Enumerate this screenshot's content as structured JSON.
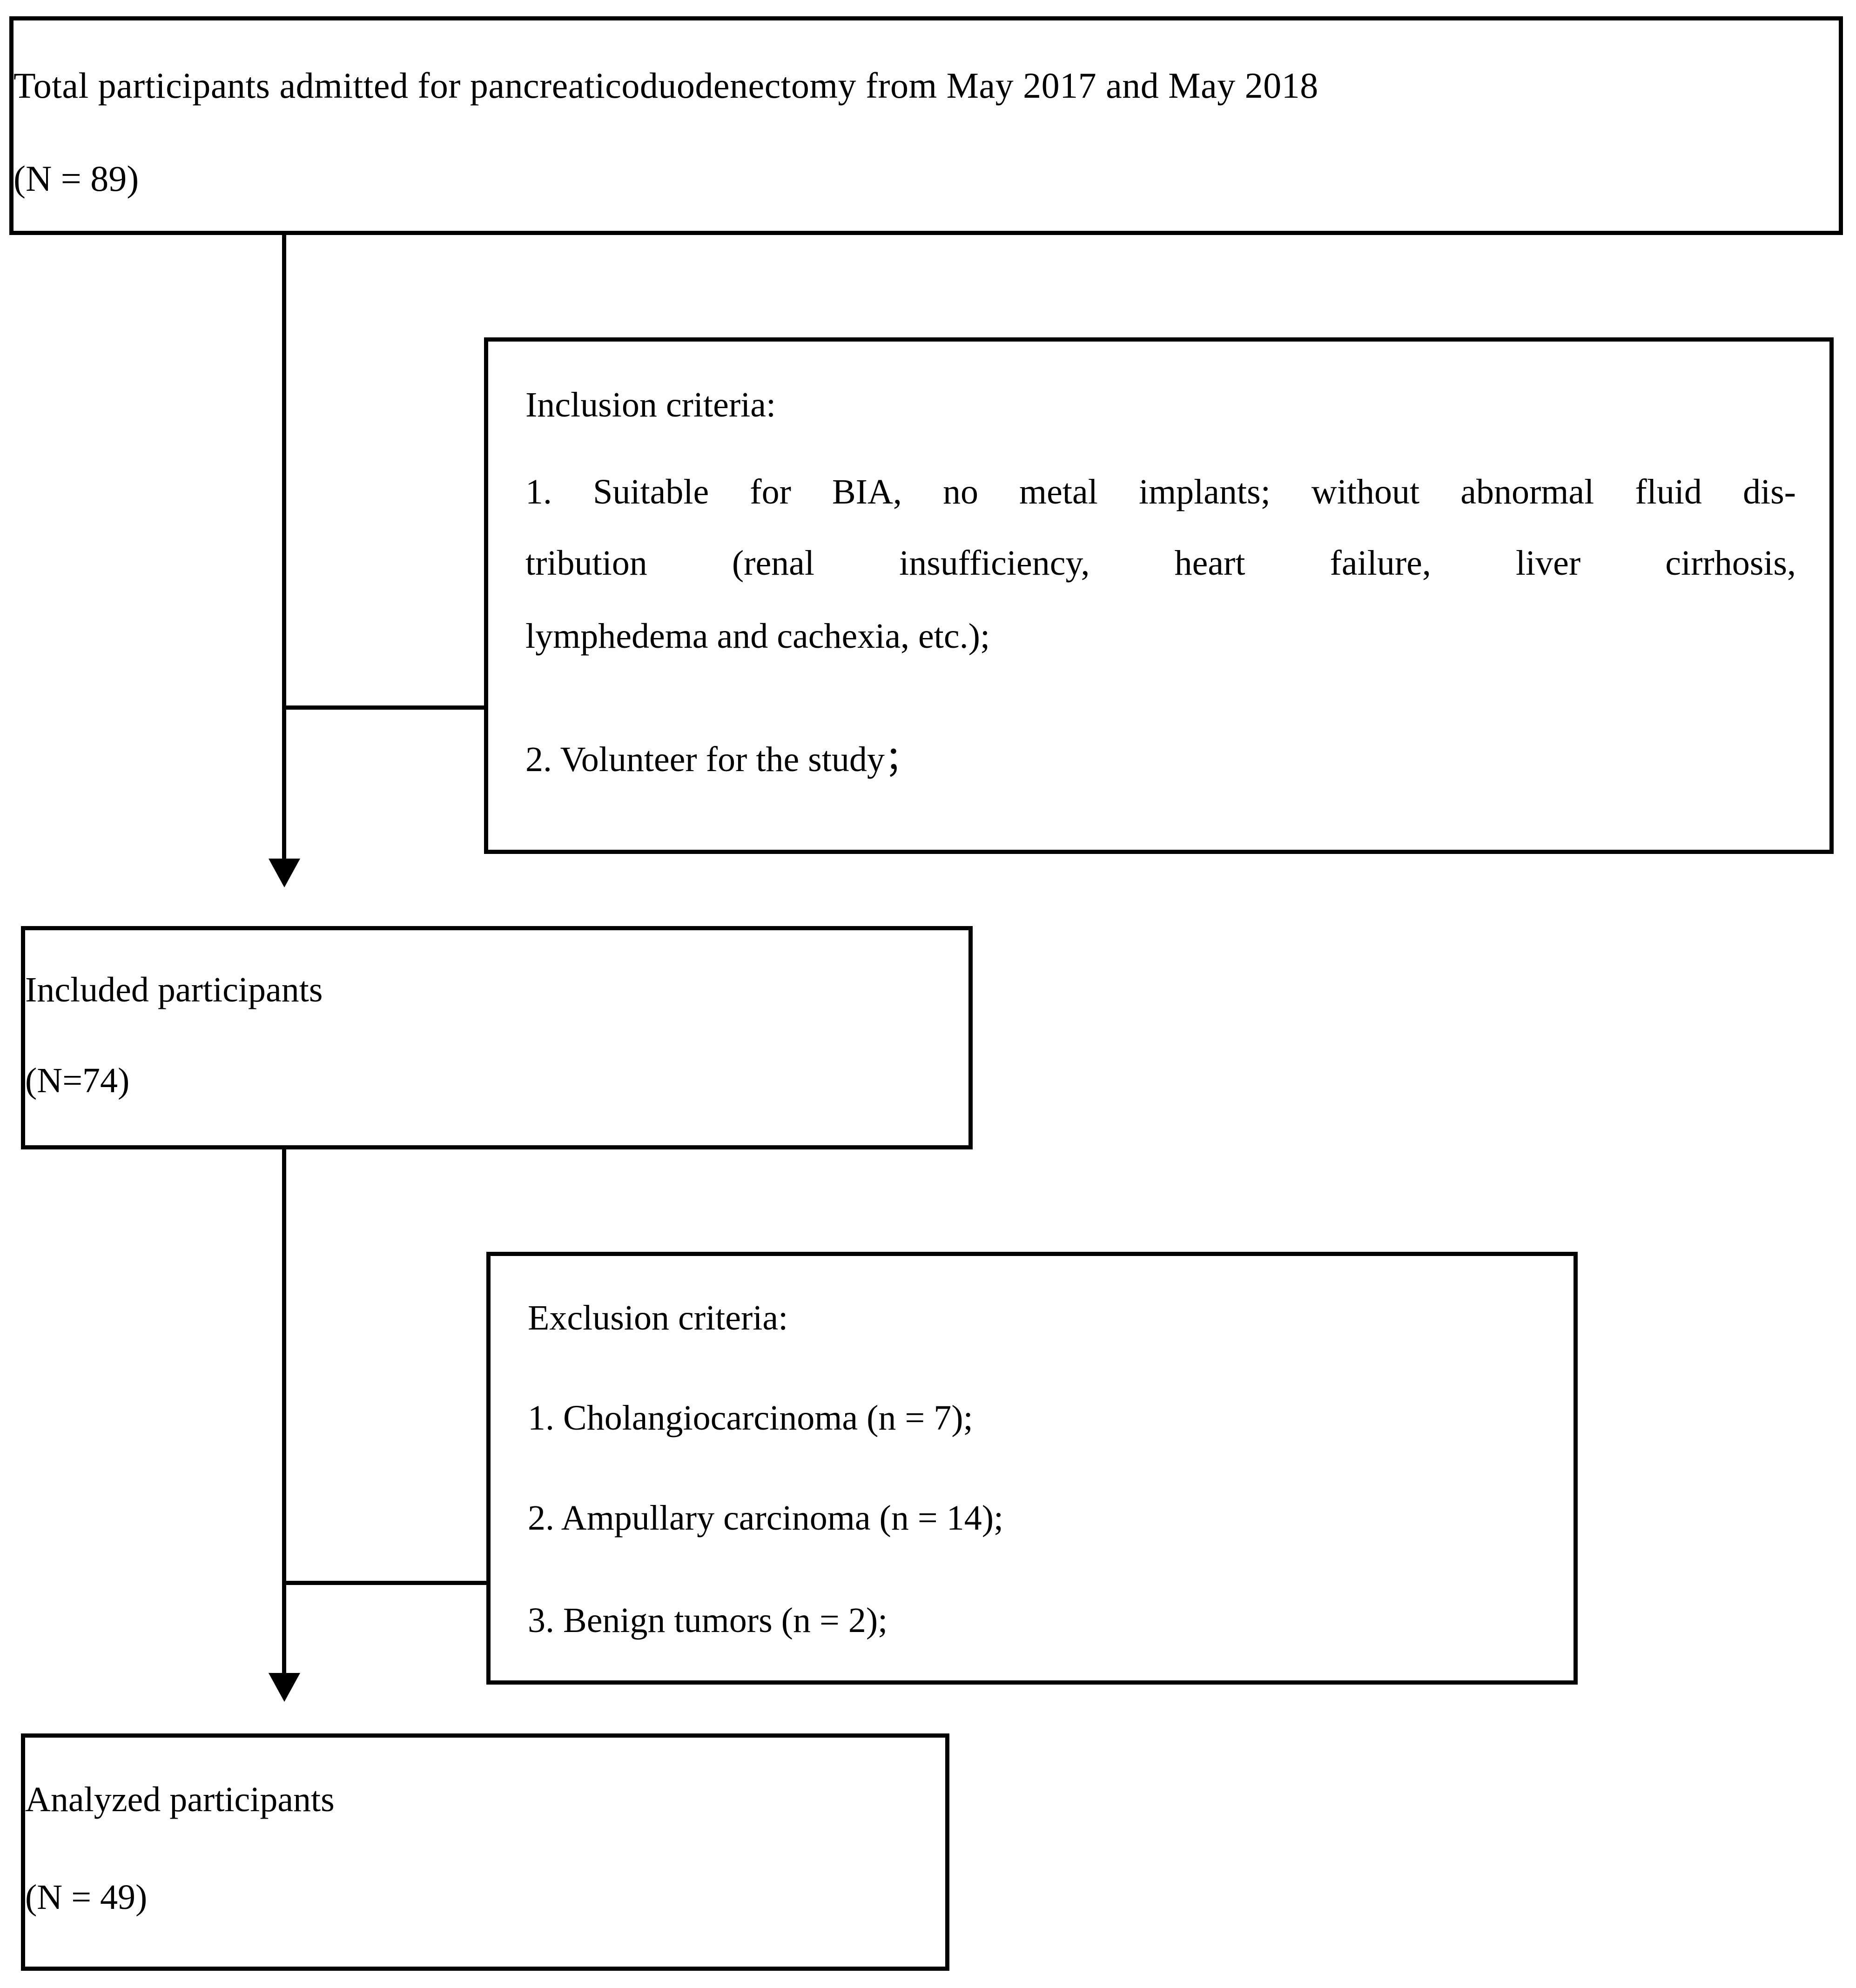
{
  "flowchart": {
    "type": "participant-flow-diagram",
    "boxes": {
      "total": {
        "title": "Total participants admitted for pancreaticoduodenectomy from May 2017 and May 2018",
        "count": "(N = 89)"
      },
      "inclusion": {
        "heading": "Inclusion criteria:",
        "item1_line1": "1. Suitable for BIA, no metal implants; without abnormal fluid dis-",
        "item1_line2": "tribution (renal insufficiency, heart failure, liver cirrhosis,",
        "item1_line3": "lymphedema and cachexia, etc.);",
        "item2": "2. Volunteer for the study；"
      },
      "included": {
        "label": "Included participants",
        "count": "(N=74)"
      },
      "exclusion": {
        "heading": "Exclusion criteria:",
        "item1": "1. Cholangiocarcinoma (n = 7);",
        "item2": "2. Ampullary carcinoma (n = 14);",
        "item3": "3. Benign tumors (n = 2);"
      },
      "analyzed": {
        "label": "Analyzed participants",
        "count": "(N = 49)"
      }
    },
    "colors": {
      "stroke": "#000000",
      "background": "#ffffff"
    }
  }
}
